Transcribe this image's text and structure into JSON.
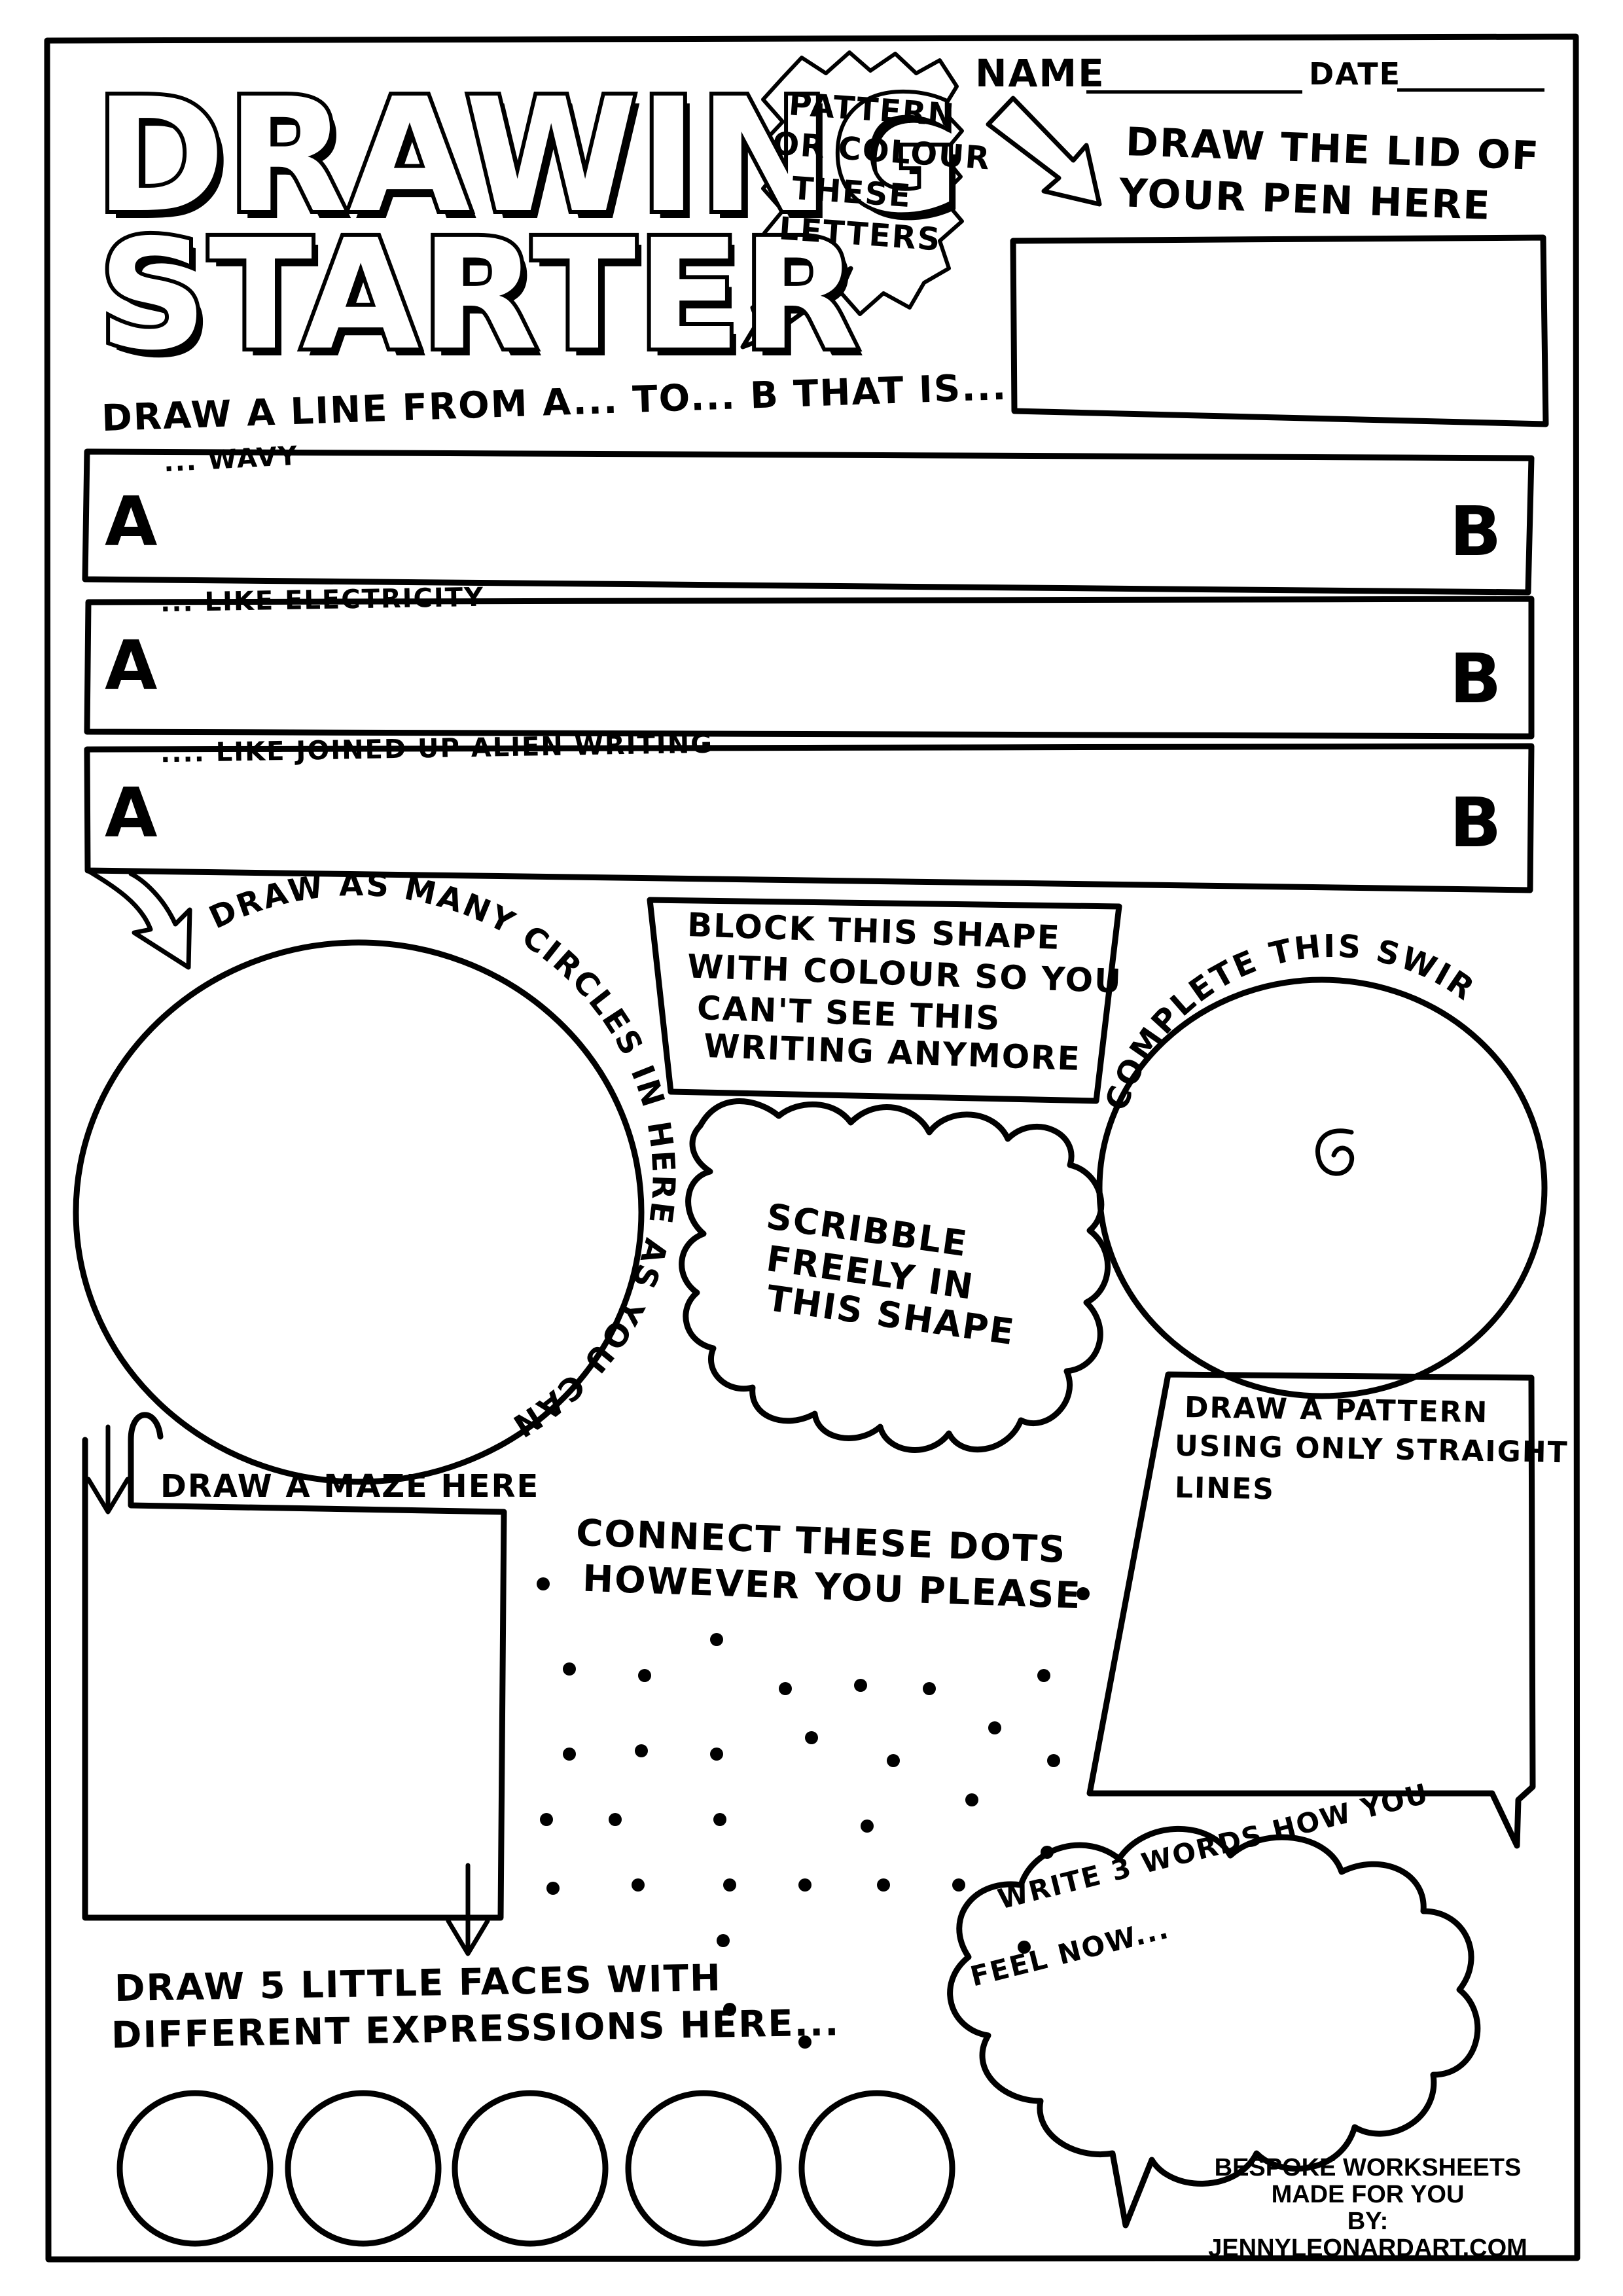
{
  "title": {
    "line1": "DRAWING",
    "line2": "STARTER"
  },
  "header": {
    "name_label": "NAME",
    "date_label": "DATE",
    "pattern_note": [
      "PATTERN",
      "OR COLOUR",
      "THESE",
      "LETTERS"
    ],
    "pen_lid_prompt": [
      "DRAW THE LID OF",
      "YOUR PEN HERE"
    ]
  },
  "line_task": {
    "prompt": "DRAW A LINE FROM A... TO... B THAT IS...",
    "start_label": "A",
    "end_label": "B",
    "rows": [
      {
        "hint": "... WAVY"
      },
      {
        "hint": "... LIKE ELECTRICITY"
      },
      {
        "hint": ".... LIKE JOINED UP ALIEN WRITING"
      }
    ]
  },
  "circles_task": {
    "prompt": "DRAW AS MANY CIRCLES IN HERE AS YOU CAN"
  },
  "block_task": {
    "prompt": [
      "BLOCK THIS SHAPE",
      "WITH COLOUR SO YOU",
      "CAN'T SEE THIS",
      "WRITING ANYMORE"
    ]
  },
  "swirl_task": {
    "prompt": "COMPLETE THIS SWIRL..."
  },
  "scribble_task": {
    "prompt": [
      "SCRIBBLE",
      "FREELY IN",
      "THIS SHAPE"
    ]
  },
  "pattern_task": {
    "prompt": [
      "DRAW A PATTERN",
      "USING ONLY STRAIGHT",
      "LINES"
    ]
  },
  "maze_task": {
    "prompt": "DRAW A MAZE HERE"
  },
  "dots_task": {
    "prompt": [
      "CONNECT THESE DOTS",
      "HOWEVER YOU PLEASE"
    ]
  },
  "feel_task": {
    "prompt": [
      "WRITE 3 WORDS HOW YOU",
      "FEEL NOW..."
    ]
  },
  "faces_task": {
    "prompt": [
      "DRAW 5 LITTLE FACES WITH",
      "DIFFERENT EXPRESSIONS HERE..."
    ]
  },
  "credit": [
    "BESPOKE WORKSHEETS",
    "MADE FOR YOU",
    "BY: JENNYLEONARDART.COM"
  ]
}
